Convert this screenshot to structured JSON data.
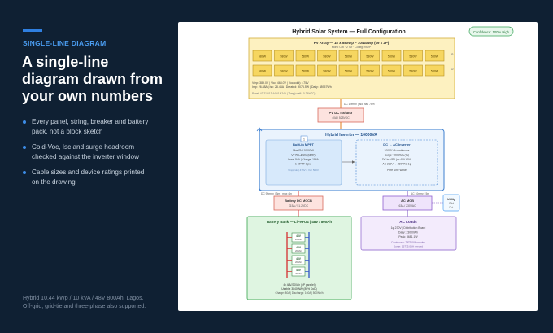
{
  "left": {
    "eyebrow": "SINGLE-LINE DIAGRAM",
    "headline_line1": "A single-line",
    "headline_line2": "diagram drawn from",
    "headline_line3": "your own numbers",
    "bullets": [
      {
        "line1": "Every panel, string, breaker and battery",
        "line2": "pack, not a block sketch"
      },
      {
        "line1": "Cold-Voc, Isc and surge headroom",
        "line2": "checked against the inverter window"
      },
      {
        "line1": "Cable sizes and device ratings printed",
        "line2": "on the drawing"
      }
    ],
    "footer_line1": "Hybrid 10.44 kWp / 10 kVA / 48V 800Ah, Lagos.",
    "footer_line2": "Off-grid, grid-tie and three-phase also supported."
  },
  "diagram": {
    "title": "Hybrid Solar System — Full Configuration",
    "confidence_badge": "Confidence: 100% High",
    "pv_array": {
      "title": "PV Array — 18 x 580Wp = 10440Wp (09 x 2P)",
      "subtitle": "Mono Cell · 2 Str · Config: 9S2P",
      "panel_label": "580W",
      "stats_line1": "Vmp: 389.0V | Voc: 468.0V | Voc(cold): 475V",
      "stats_line2": "Imp: 26.88A | Isc: 28.48A | Derated: 9076.5W | Daily: 38957Wh",
      "stats_line3": "Panel: 43.21V/13.44A/14.24A | Temp(coeff: -0.29%/°C)"
    },
    "dc_cable_label": "DC 10mm² | Iso max 75%",
    "pv_isolator": {
      "title": "PV DC Isolator",
      "rating": "40A / 525VDC"
    },
    "inverter": {
      "title": "Hybrid Inverter — 10000VA",
      "mppt_badge": "1",
      "mppt": {
        "title": "Built-in MPPT",
        "line1": "Max PV: 10000W",
        "line2": "V: 150–450V (MPP)",
        "line3": "Imax: 54A | Charge: 180A",
        "line4": "1 MPPT input",
        "line5": "Vmp(cold) 475V ≤ Voc 500V"
      },
      "dcac": {
        "title": "DC → AC Inverter",
        "line1": "10000 VA continuous",
        "line2": "Surge: 20000VA (2x)",
        "line3": "DC in: 48V (dc 40V-60V)",
        "line4": "AC 230V → 230VAC 1φ",
        "line5": "Pure Sine Wave"
      }
    },
    "batt_cable_label": "DC 95mm² | 3m · max 4m",
    "ac_cable_label": "AC 10mm² | 5m",
    "battery_mccb": {
      "title": "Battery DC MCCB",
      "rating": "315A / 51.2VDC"
    },
    "ac_mcb": {
      "title": "AC MCB",
      "rating": "63A / 230VAC"
    },
    "utility": {
      "line1": "Utility",
      "line2": "Grid",
      "line3": "Opt."
    },
    "battery_bank": {
      "title": "Battery Bank — LiFePO4 | 48V / 800Ah",
      "cell_label": "48V",
      "cell_sub": "200Ah",
      "footer_line1": "4x 48V/200Ah (4P parallel)",
      "footer_line2": "Usable: 38400Wh (80% DoD)",
      "footer_line3": "Charge: 80A | Discharge: 160A | 500Wh/h"
    },
    "ac_loads": {
      "title": "AC Loads",
      "line1": "1φ 230V | Distribution Board",
      "line2": "Daily: 23000Wh",
      "line3": "Peak: 8681.1W",
      "line4": "Continuous: 7475.0VA needed",
      "line5": "Surge: 13775.0VA needed"
    }
  }
}
